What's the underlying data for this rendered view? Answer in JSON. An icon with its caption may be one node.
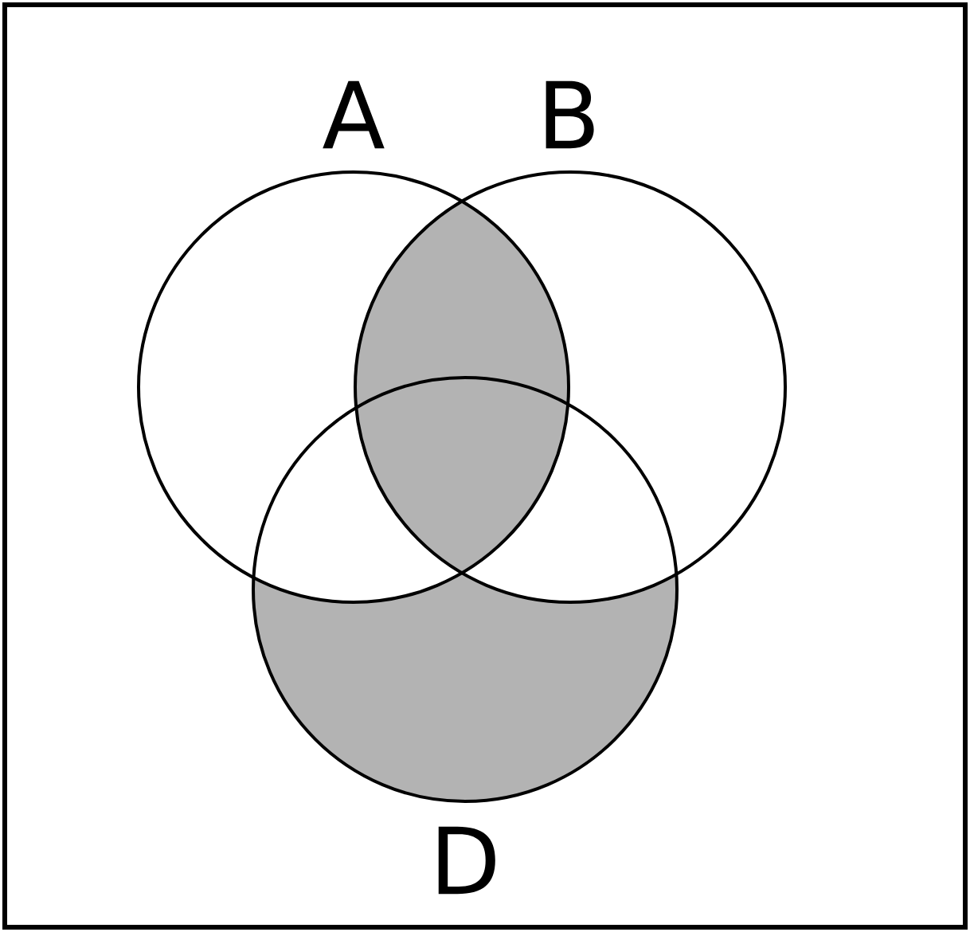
{
  "diagram": {
    "nodes": [
      {
        "text": [
          "A"
        ]
      },
      {
        "text": [
          "B"
        ]
      },
      {
        "text": [
          "D"
        ]
      }
    ]
  }
}
